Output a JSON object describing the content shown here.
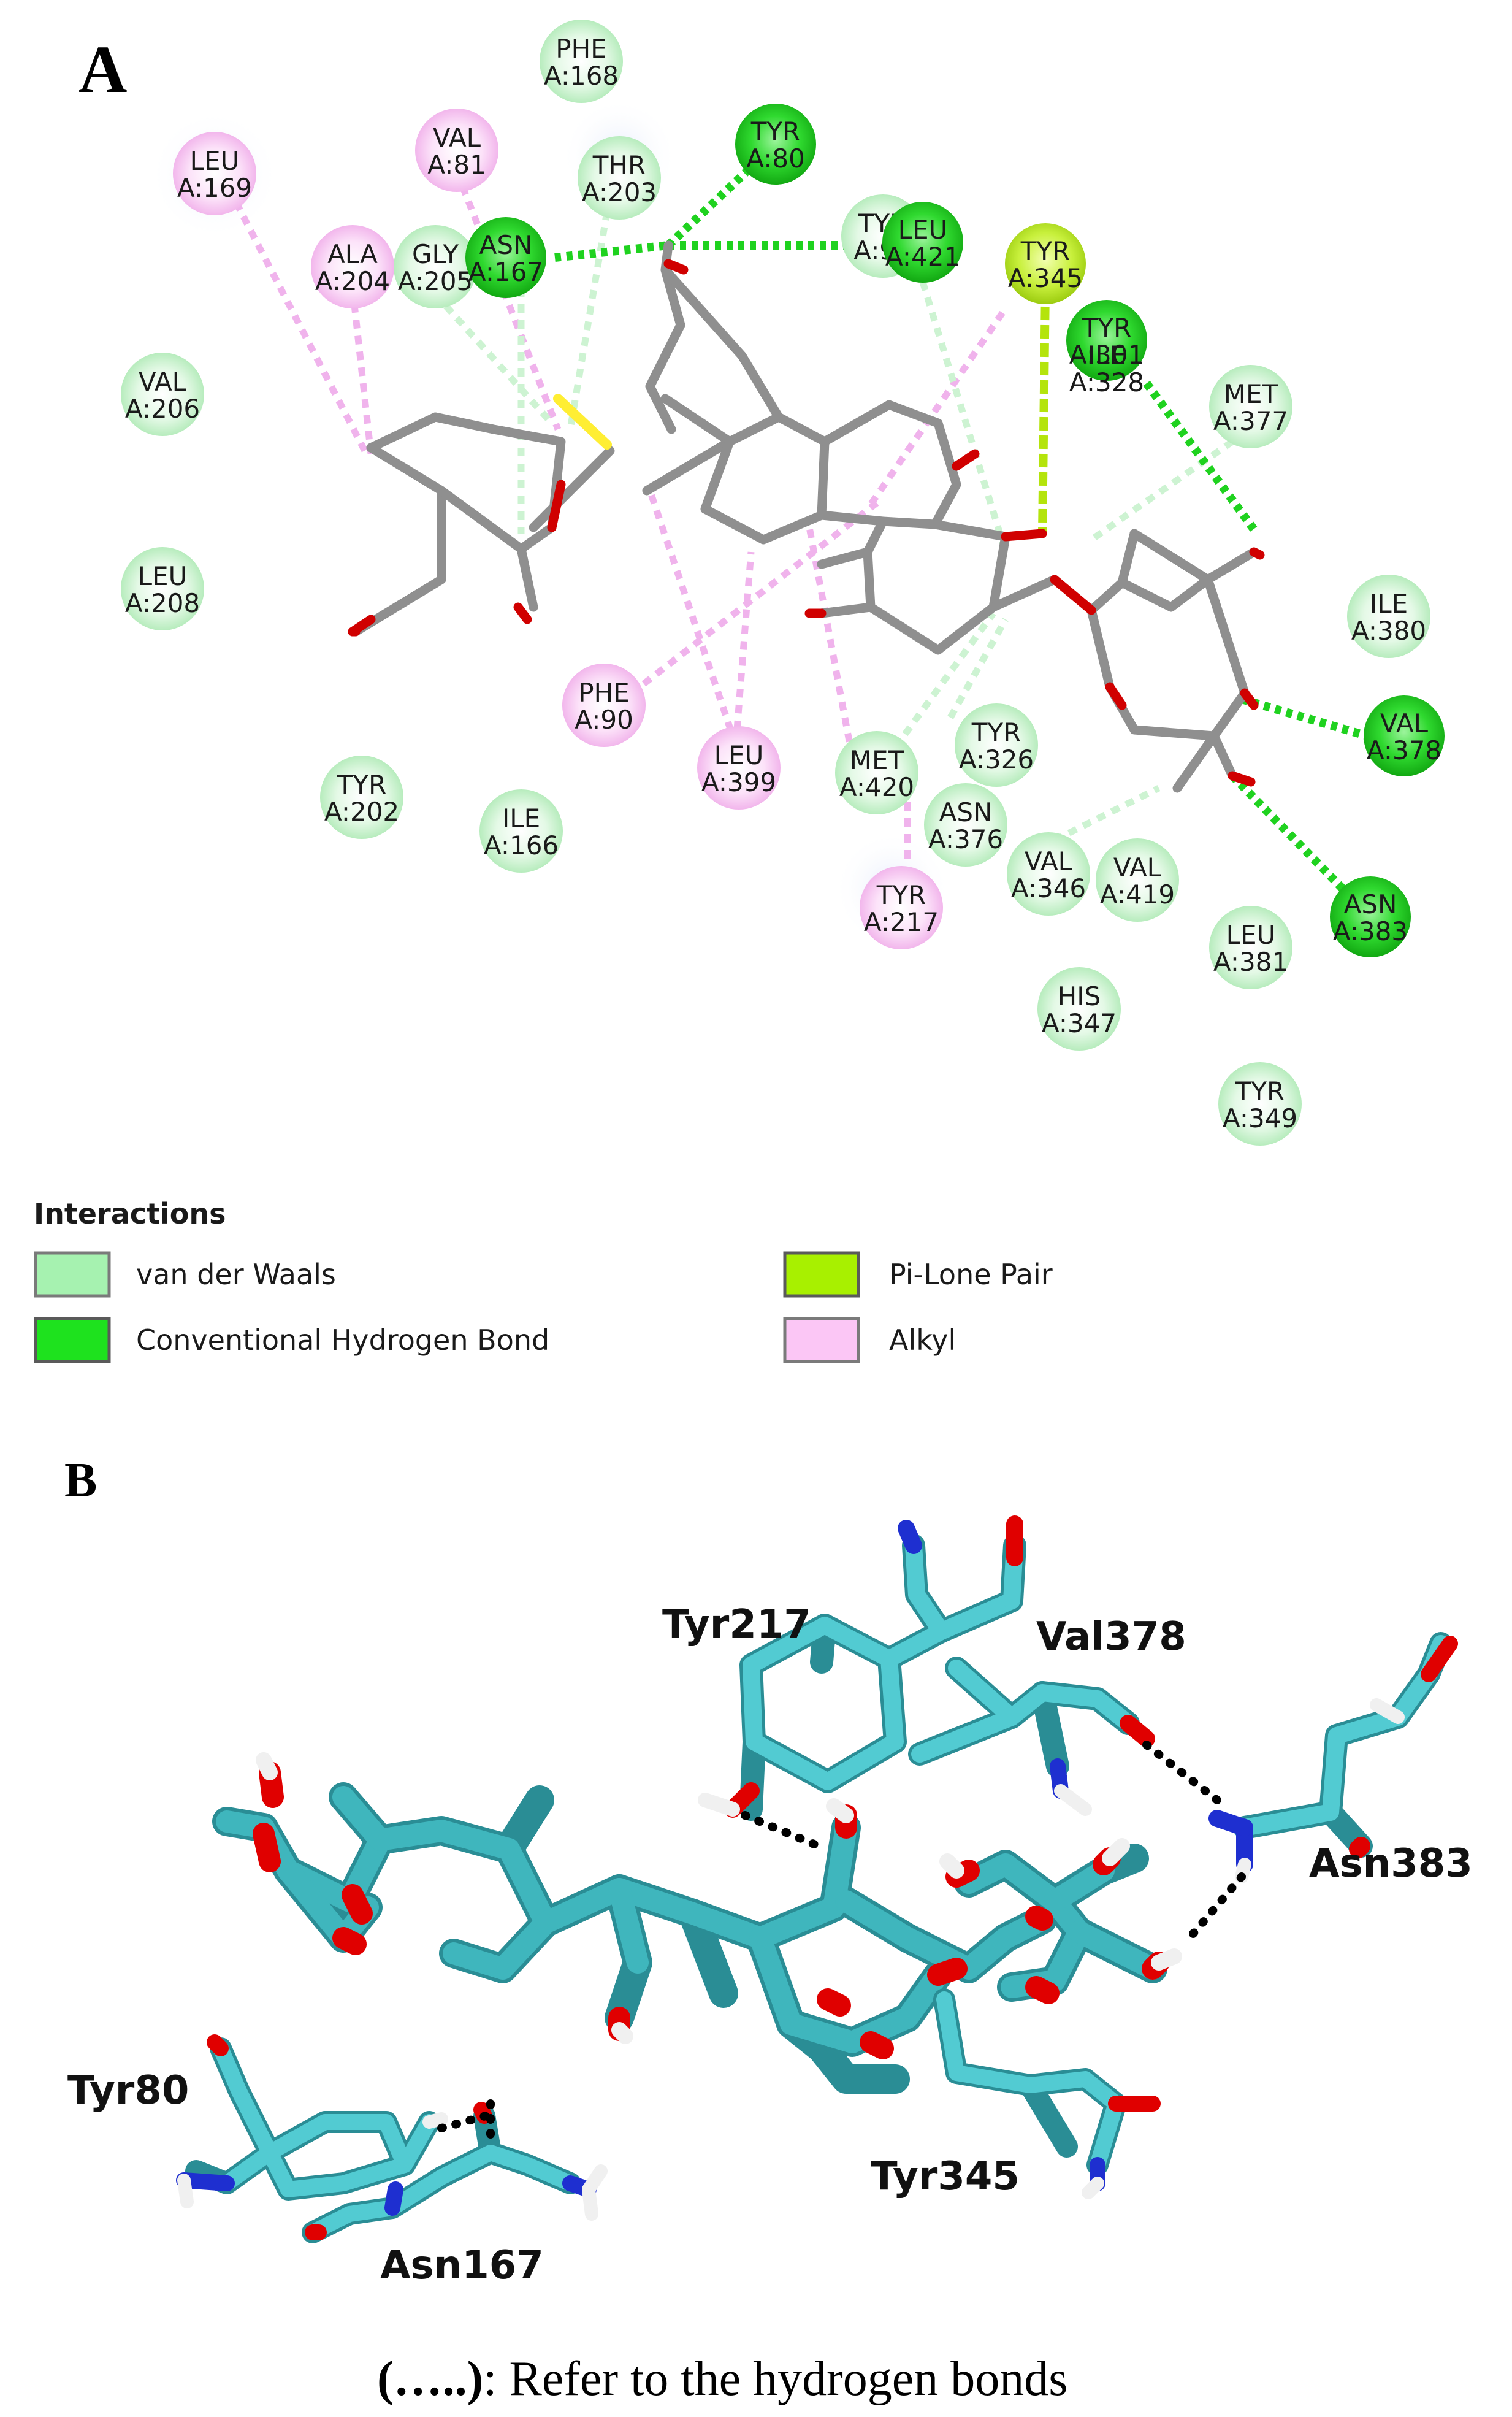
{
  "panel_a": {
    "letter": "A",
    "residues": [
      {
        "name": "PHE",
        "id": "A:168",
        "type": "vdw"
      },
      {
        "name": "LEU",
        "id": "A:169",
        "type": "alkyl"
      },
      {
        "name": "VAL",
        "id": "A:81",
        "type": "alkyl"
      },
      {
        "name": "THR",
        "id": "A:203",
        "type": "vdw"
      },
      {
        "name": "TYR",
        "id": "A:80",
        "type": "hbond"
      },
      {
        "name": "ALA",
        "id": "A:204",
        "type": "alkyl"
      },
      {
        "name": "GLY",
        "id": "A:205",
        "type": "vdw"
      },
      {
        "name": "ASN",
        "id": "A:167",
        "type": "hbond"
      },
      {
        "name": "TYR",
        "id": "A:92",
        "type": "vdw"
      },
      {
        "name": "LEU",
        "id": "A:421",
        "type": "hbond"
      },
      {
        "name": "TYR",
        "id": "A:345",
        "type": "pilone"
      },
      {
        "name": "TYR",
        "id": "A:301",
        "type": "hbond"
      },
      {
        "name": "ILE",
        "id": "A:328",
        "type": "hbond"
      },
      {
        "name": "VAL",
        "id": "A:206",
        "type": "vdw"
      },
      {
        "name": "MET",
        "id": "A:377",
        "type": "vdw"
      },
      {
        "name": "LEU",
        "id": "A:208",
        "type": "vdw"
      },
      {
        "name": "ILE",
        "id": "A:380",
        "type": "vdw"
      },
      {
        "name": "PHE",
        "id": "A:90",
        "type": "alkyl"
      },
      {
        "name": "LEU",
        "id": "A:399",
        "type": "alkyl"
      },
      {
        "name": "MET",
        "id": "A:420",
        "type": "vdw"
      },
      {
        "name": "TYR",
        "id": "A:326",
        "type": "vdw"
      },
      {
        "name": "VAL",
        "id": "A:378",
        "type": "hbond"
      },
      {
        "name": "TYR",
        "id": "A:202",
        "type": "vdw"
      },
      {
        "name": "ILE",
        "id": "A:166",
        "type": "vdw"
      },
      {
        "name": "ASN",
        "id": "A:376",
        "type": "vdw"
      },
      {
        "name": "VAL",
        "id": "A:346",
        "type": "vdw"
      },
      {
        "name": "VAL",
        "id": "A:419",
        "type": "vdw"
      },
      {
        "name": "TYR",
        "id": "A:217",
        "type": "alkyl"
      },
      {
        "name": "ASN",
        "id": "A:383",
        "type": "hbond"
      },
      {
        "name": "LEU",
        "id": "A:381",
        "type": "vdw"
      },
      {
        "name": "HIS",
        "id": "A:347",
        "type": "vdw"
      },
      {
        "name": "TYR",
        "id": "A:349",
        "type": "vdw"
      }
    ]
  },
  "legend": {
    "title": "Interactions",
    "items": [
      {
        "label": "van der Waals",
        "color": "#a6f2b0"
      },
      {
        "label": "Conventional Hydrogen Bond",
        "color": "#1ee21e"
      },
      {
        "label": "Pi-Lone Pair",
        "color": "#a8f000"
      },
      {
        "label": "Alkyl",
        "color": "#fbc6f5"
      }
    ]
  },
  "panel_b": {
    "letter": "B",
    "labels": [
      "Tyr217",
      "Val378",
      "Asn383",
      "Tyr80",
      "Asn167",
      "Tyr345"
    ]
  },
  "caption": {
    "dots": "(…..)",
    "text": ": Refer to the hydrogen bonds"
  },
  "colors": {
    "vdw_fill": "#d9f7dc",
    "hbond_fill": "#22d022",
    "alkyl_fill": "#fbd2f5",
    "pilone_fill": "#c8f03c",
    "ligand_carbon": "#8a8a8a",
    "oxygen": "#d60000",
    "carbon_3d": "#45c1c9",
    "nitrogen": "#1e2fd0"
  }
}
